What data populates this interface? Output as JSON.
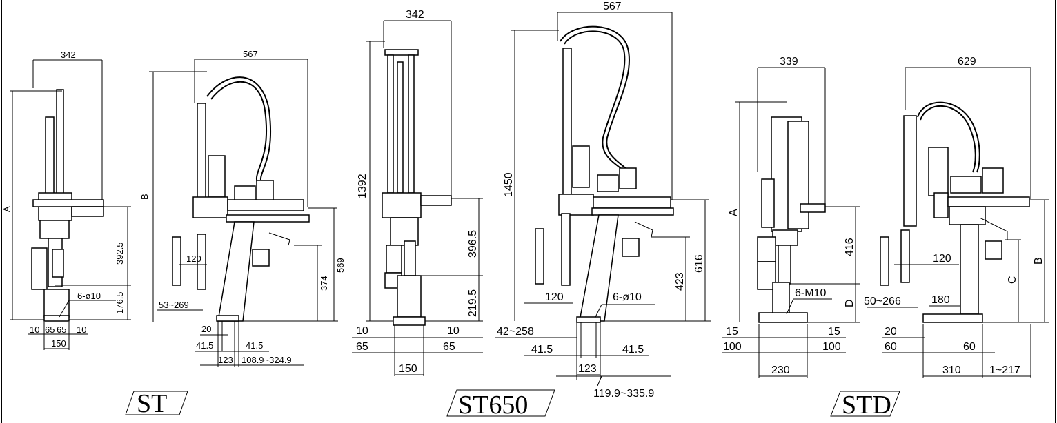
{
  "models": [
    {
      "id": "st",
      "label": "ST"
    },
    {
      "id": "st650",
      "label": "ST650"
    },
    {
      "id": "std",
      "label": "STD"
    }
  ],
  "st_front": {
    "width": "342",
    "height_label": "A",
    "base_height": "392.5",
    "column_height": "176.5",
    "holes": "6-ø10",
    "b1": "10",
    "b2": "65",
    "b3": "65",
    "b4": "10",
    "base_width": "150"
  },
  "st_side": {
    "reach": "567",
    "height_label": "B",
    "arm_offset": "120",
    "stroke": "53~269",
    "h1": "374",
    "h2": "569",
    "s1": "20",
    "s2": "41.5",
    "s3": "41.5",
    "s4": "123",
    "range": "108.9~324.9"
  },
  "st650_front": {
    "width": "342",
    "height": "1392",
    "base_height": "396.5",
    "column_height": "219.5",
    "l1": "10",
    "l2": "65",
    "r1": "10",
    "r2": "65",
    "base_width": "150"
  },
  "st650_side": {
    "reach": "567",
    "height": "1450",
    "arm_offset": "120",
    "holes": "6-ø10",
    "h1": "423",
    "h2": "616",
    "stroke": "42~258",
    "s1": "41.5",
    "s2": "41.5",
    "s3": "123",
    "range": "119.9~335.9"
  },
  "std_front": {
    "width": "339",
    "height_label": "A",
    "base_height": "416",
    "col_label": "D",
    "holes": "6-M10",
    "l1": "15",
    "l2": "100",
    "r1": "15",
    "r2": "100",
    "base_width": "230"
  },
  "std_side": {
    "reach": "629",
    "arm_offset": "120",
    "stroke": "50~266",
    "d180": "180",
    "label_c": "C",
    "label_b": "B",
    "s1": "20",
    "s2": "60",
    "s3": "60",
    "base_width": "310",
    "range": "1~217"
  }
}
